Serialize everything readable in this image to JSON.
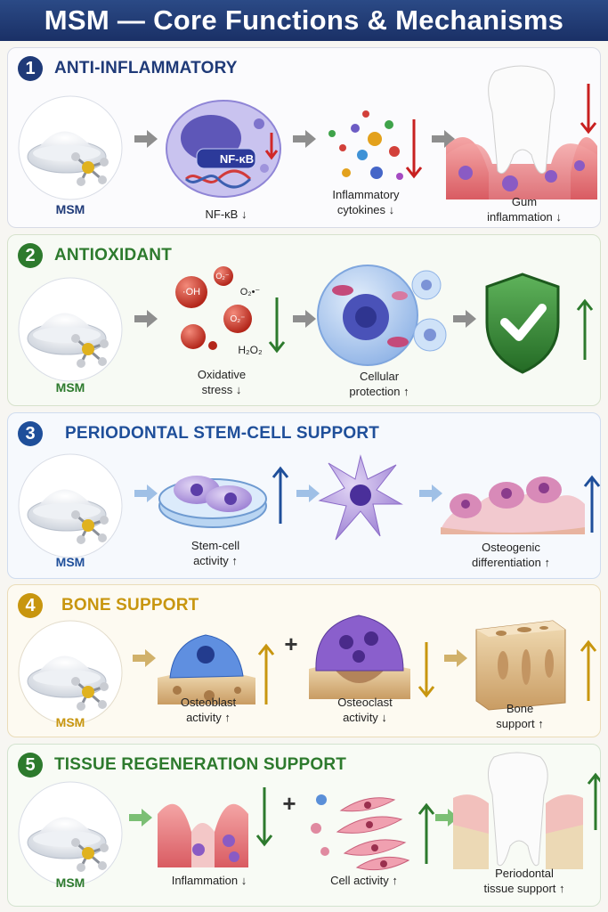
{
  "title": "MSM — Core Functions & Mechanisms",
  "colors": {
    "navy": "#1f3a78",
    "green": "#2d7a2d",
    "gold": "#c8960f",
    "blue": "#1f4f9a",
    "red": "#c0392b"
  },
  "sections": [
    {
      "number": "1",
      "title": "ANTI-INFLAMMATORY",
      "msm": "MSM",
      "nfkb_badge": "NF-κB",
      "captions": [
        "NF-κB ↓",
        "Inflammatory",
        "cytokines ↓",
        "Gum",
        "inflammation ↓"
      ]
    },
    {
      "number": "2",
      "title": "ANTIOXIDANT",
      "msm": "MSM",
      "radicals": [
        "·OH",
        "O₂⁻",
        "O₂•⁻",
        "O₂⁻",
        "H₂O₂"
      ],
      "captions": [
        "Oxidative",
        "stress ↓",
        "Cellular",
        "protection ↑"
      ]
    },
    {
      "number": "3",
      "title": "PERIODONTAL STEM-CELL SUPPORT",
      "msm": "MSM",
      "captions": [
        "Stem-cell",
        "activity ↑",
        "Osteogenic",
        "differentiation ↑"
      ]
    },
    {
      "number": "4",
      "title": "BONE SUPPORT",
      "msm": "MSM",
      "plus": "+",
      "captions": [
        "Osteoblast",
        "activity ↑",
        "Osteoclast",
        "activity ↓",
        "Bone",
        "support ↑"
      ]
    },
    {
      "number": "5",
      "title": "TISSUE REGENERATION SUPPORT",
      "msm": "MSM",
      "plus": "+",
      "captions": [
        "Inflammation ↓",
        "Cell activity ↑",
        "Periodontal",
        "tissue support ↑"
      ]
    }
  ]
}
